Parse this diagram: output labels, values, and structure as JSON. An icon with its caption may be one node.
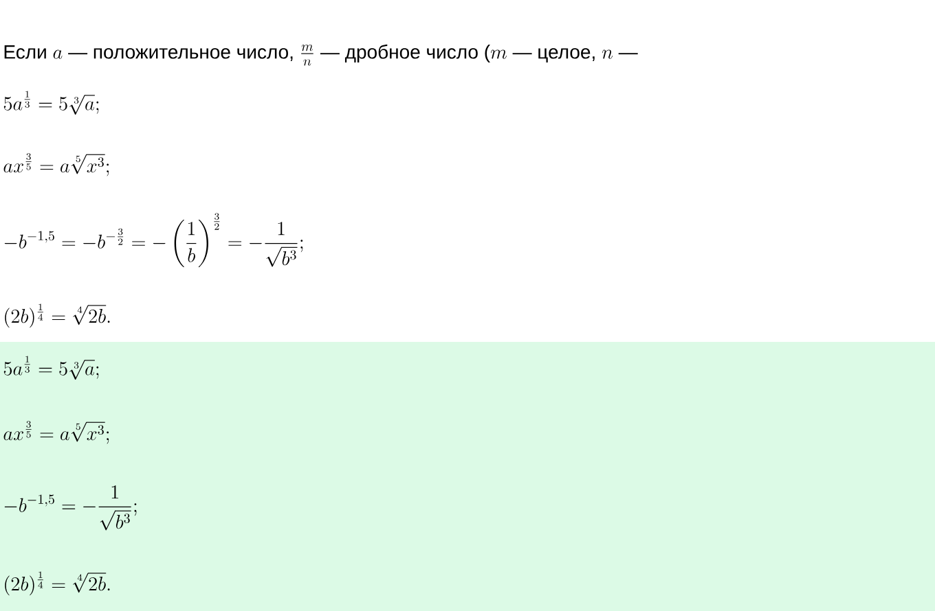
{
  "diagram": {
    "labels": [
      "\\text{Если } a \\text{ — положительное число, } \\frac{m}{n} \\text{ — дробное число (} m \\text{ — целое, } n \\text{ —}",
      "5a^{\\frac{1}{3}} = 5\\sqrt[3]{a};",
      "ax^{\\frac{3}{5}} = a\\sqrt[5]{x^3};",
      "-b^{-1{,}5} = -b^{-\\frac{3}{2}} = -\\left(\\frac{1}{b}\\right)^{\\frac{3}{2}} = -\\frac{1}{\\sqrt{b^3}};",
      "(2b)^{\\frac{1}{4}} = \\sqrt[4]{2b}.",
      "5a^{\\frac{1}{3}} = 5\\sqrt[3]{a};",
      "ax^{\\frac{3}{5}} = a\\sqrt[5]{x^3};",
      "-b^{-1{,}5} = -\\frac{1}{\\sqrt{b^3}};",
      "(2b)^{\\frac{1}{4}} = \\sqrt[4]{2b}."
    ]
  }
}
